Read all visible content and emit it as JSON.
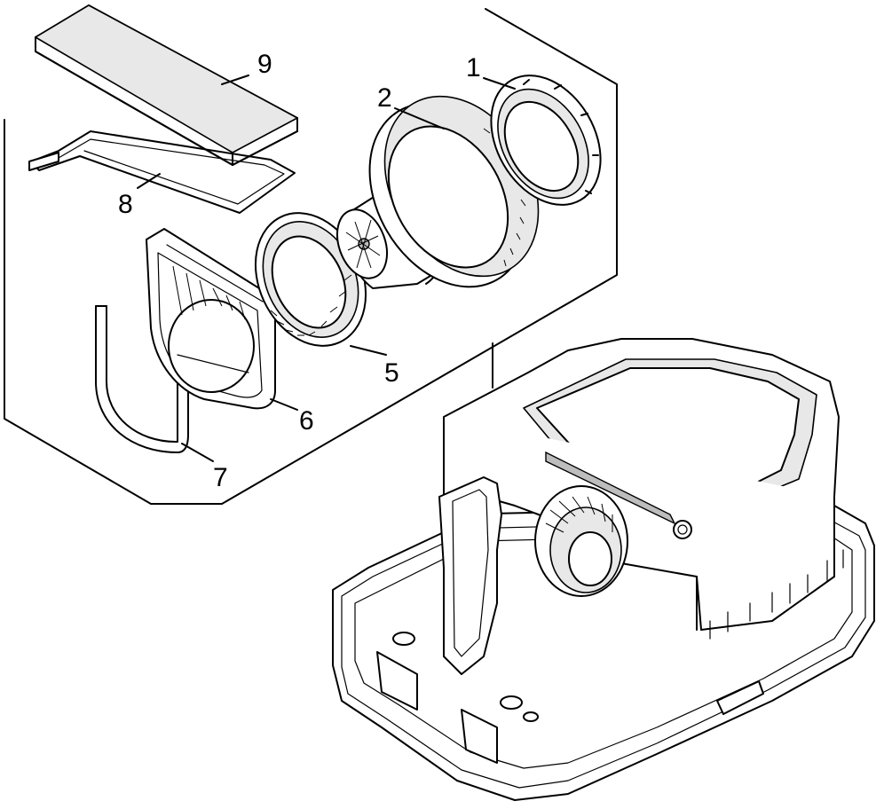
{
  "diagram": {
    "callouts": [
      {
        "id": "callout-1",
        "label": "1"
      },
      {
        "id": "callout-2",
        "label": "2"
      },
      {
        "id": "callout-5",
        "label": "5"
      },
      {
        "id": "callout-6",
        "label": "6"
      },
      {
        "id": "callout-7",
        "label": "7"
      },
      {
        "id": "callout-8",
        "label": "8"
      },
      {
        "id": "callout-9",
        "label": "9"
      }
    ]
  }
}
